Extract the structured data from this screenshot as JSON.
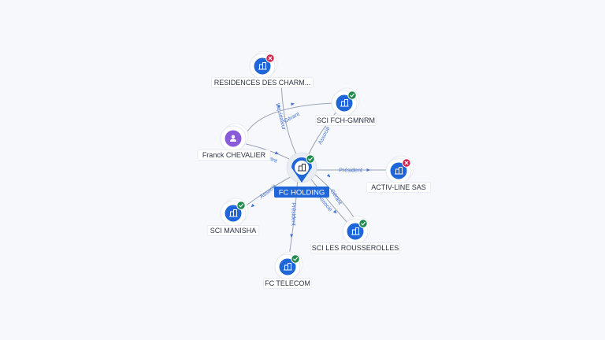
{
  "center": {
    "name": "FC HOLDING",
    "status": "active"
  },
  "nodes": [
    {
      "id": "residences",
      "name": "RESIDENCES DES CHARM...",
      "type": "company",
      "status": "inactive"
    },
    {
      "id": "fch",
      "name": "SCI FCH-GMNRM",
      "type": "company",
      "status": "active"
    },
    {
      "id": "franck",
      "name": "Franck CHEVALIER",
      "type": "person",
      "status": ""
    },
    {
      "id": "activ",
      "name": "ACTIV-LINE SAS",
      "type": "company",
      "status": "inactive"
    },
    {
      "id": "manisha",
      "name": "SCI MANISHA",
      "type": "company",
      "status": "active"
    },
    {
      "id": "rousserolles",
      "name": "SCI LES ROUSSEROLLES",
      "type": "company",
      "status": "active"
    },
    {
      "id": "telecom",
      "name": "FC TELECOM",
      "type": "company",
      "status": "active"
    }
  ],
  "edges": [
    {
      "from": "residences",
      "to": "center",
      "label": "Liquidateur"
    },
    {
      "from": "franck",
      "to": "fch",
      "label": "Gérant"
    },
    {
      "from": "center",
      "to": "fch",
      "label": "Associé"
    },
    {
      "from": "franck",
      "to": "center",
      "label": "Gérant"
    },
    {
      "from": "center",
      "to": "activ",
      "label": "Président"
    },
    {
      "from": "center",
      "to": "manisha",
      "label": "Associé"
    },
    {
      "from": "center",
      "to": "telecom",
      "label": "Président"
    },
    {
      "from": "center",
      "to": "rousserolles",
      "label": "Associé"
    },
    {
      "from": "center",
      "to": "rousserolles",
      "label": "Gérant"
    }
  ],
  "colors": {
    "accent": "#1f66d9",
    "person": "#8a5bd9",
    "active_badge": "#1f8a4c",
    "inactive_badge": "#d21f4b",
    "edge_label": "#3f6fd8",
    "background": "#f7f8fb"
  },
  "icons": {
    "company": "building-icon",
    "person": "person-icon",
    "active": "check-icon",
    "inactive": "cross-icon"
  }
}
